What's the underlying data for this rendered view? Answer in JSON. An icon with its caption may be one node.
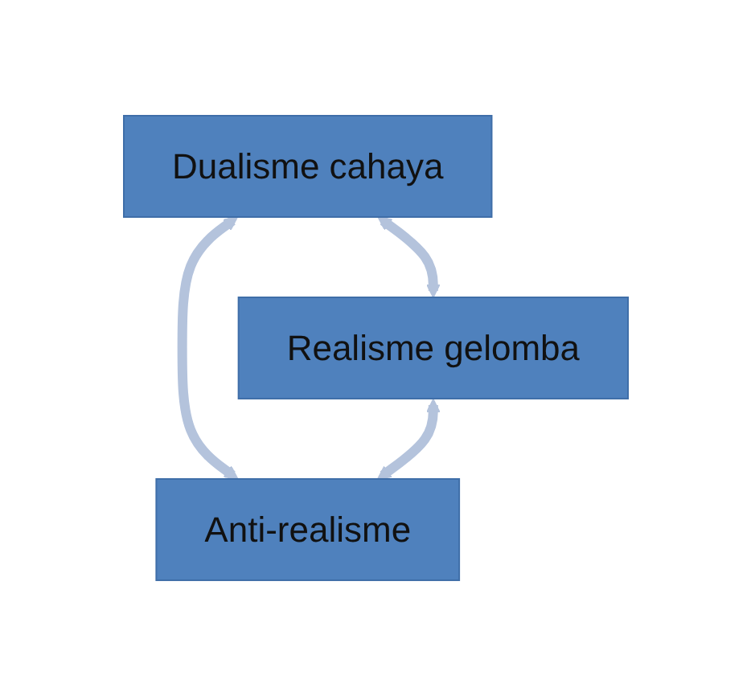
{
  "diagram": {
    "nodes": [
      {
        "text": [
          "Dualisme cahaya"
        ]
      },
      {
        "text": [
          "Realisme gelomba"
        ]
      },
      {
        "text": [
          "Anti-realisme"
        ]
      }
    ],
    "edges": [
      {
        "from": 0,
        "to": 1,
        "arrow": "both"
      },
      {
        "from": 0,
        "to": 2,
        "arrow": "both"
      },
      {
        "from": 1,
        "to": 2,
        "arrow": "both"
      }
    ]
  }
}
